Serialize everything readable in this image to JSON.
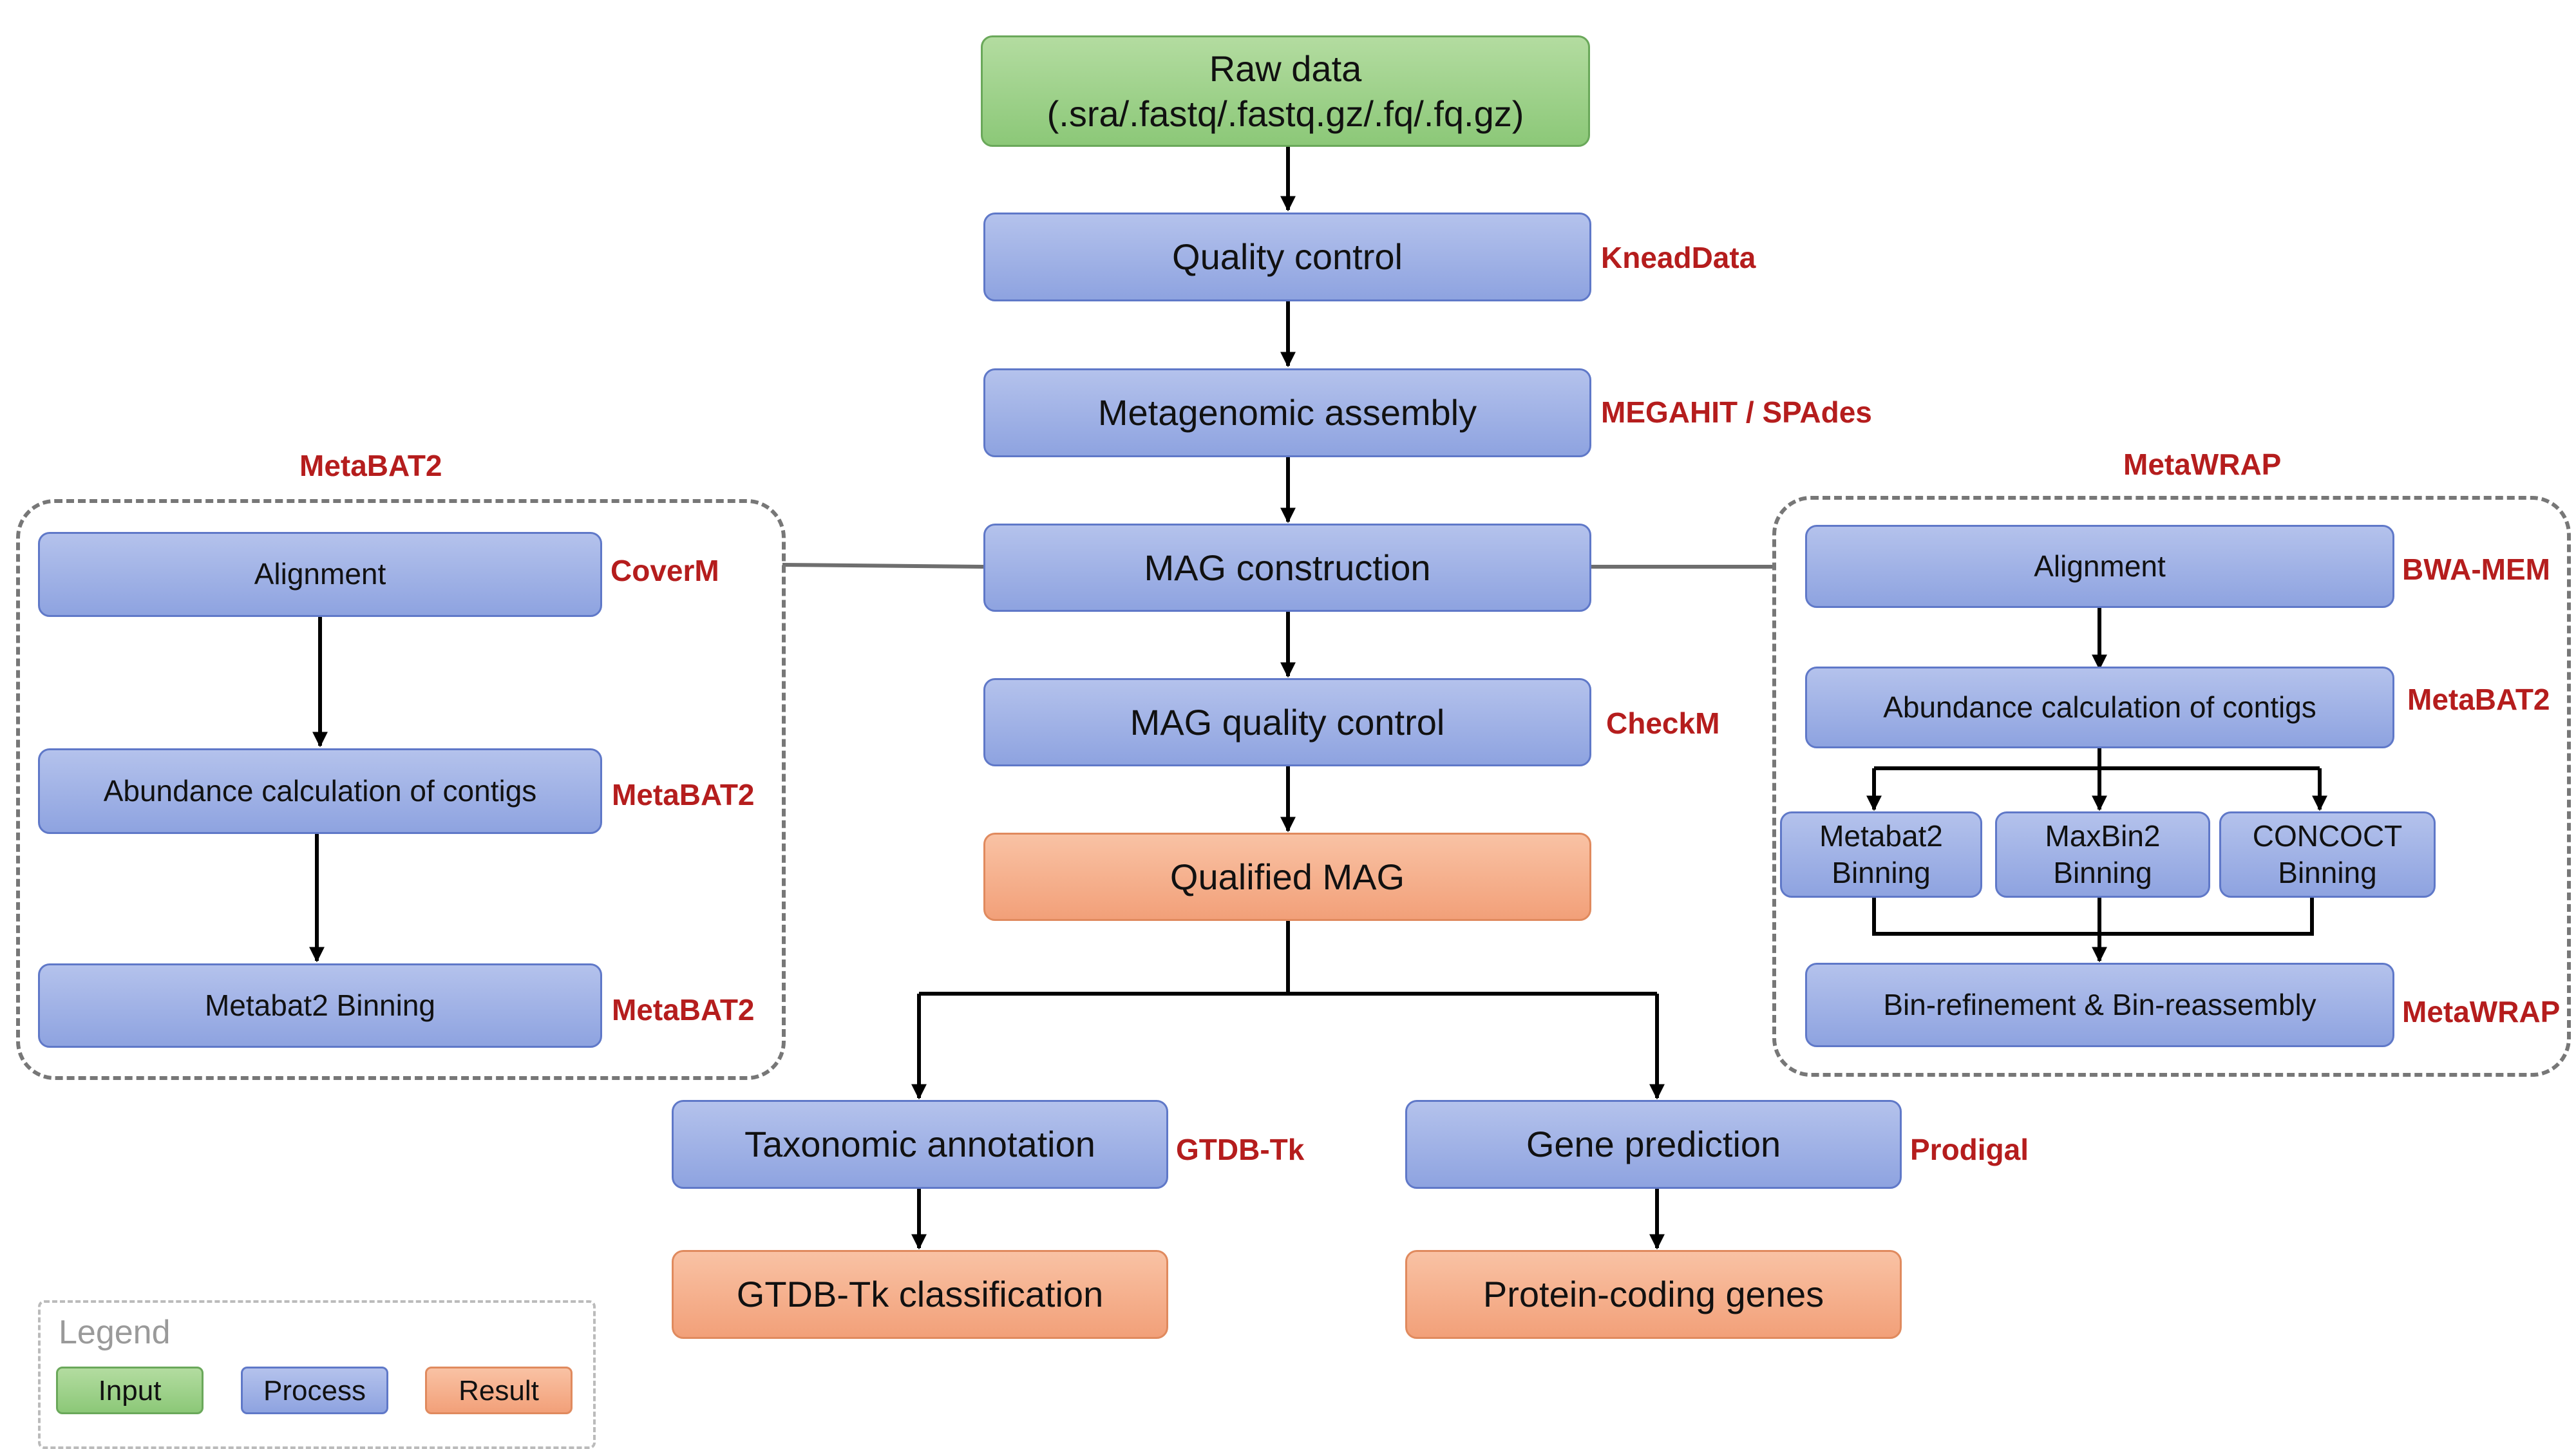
{
  "nodes": {
    "raw_data": {
      "line1": "Raw data",
      "line2": "(.sra/.fastq/.fastq.gz/.fq/.fq.gz)"
    },
    "quality_control": "Quality control",
    "assembly": "Metagenomic assembly",
    "mag_construction": "MAG construction",
    "mag_quality_control": "MAG quality control",
    "qualified_mag": "Qualified MAG",
    "taxonomic_annotation": "Taxonomic annotation",
    "gtdb_classification": "GTDB-Tk classification",
    "gene_prediction": "Gene prediction",
    "protein_genes": "Protein-coding genes"
  },
  "tools": {
    "quality_control": "KneadData",
    "assembly": "MEGAHIT / SPAdes",
    "mag_quality_control": "CheckM",
    "taxonomic_annotation": "GTDB-Tk",
    "gene_prediction": "Prodigal"
  },
  "metabat2_group": {
    "title": "MetaBAT2",
    "alignment": "Alignment",
    "alignment_tool": "CoverM",
    "abundance": "Abundance calculation of contigs",
    "abundance_tool": "MetaBAT2",
    "binning": "Metabat2 Binning",
    "binning_tool": "MetaBAT2"
  },
  "metawrap_group": {
    "title": "MetaWRAP",
    "alignment": "Alignment",
    "alignment_tool": "BWA-MEM",
    "abundance": "Abundance calculation of contigs",
    "abundance_tool": "MetaBAT2",
    "bin_metabat2": {
      "line1": "Metabat2",
      "line2": "Binning"
    },
    "bin_maxbin2": {
      "line1": "MaxBin2",
      "line2": "Binning"
    },
    "bin_concoct": {
      "line1": "CONCOCT",
      "line2": "Binning"
    },
    "refinement": "Bin-refinement & Bin-reassembly",
    "refinement_tool": "MetaWRAP"
  },
  "legend": {
    "title": "Legend",
    "input": "Input",
    "process": "Process",
    "result": "Result"
  },
  "colors": {
    "input": "#9fd28b",
    "process": "#a1b2e6",
    "result": "#f5b08e",
    "tool_text": "#b51d1d",
    "dashed_border": "#777777"
  }
}
